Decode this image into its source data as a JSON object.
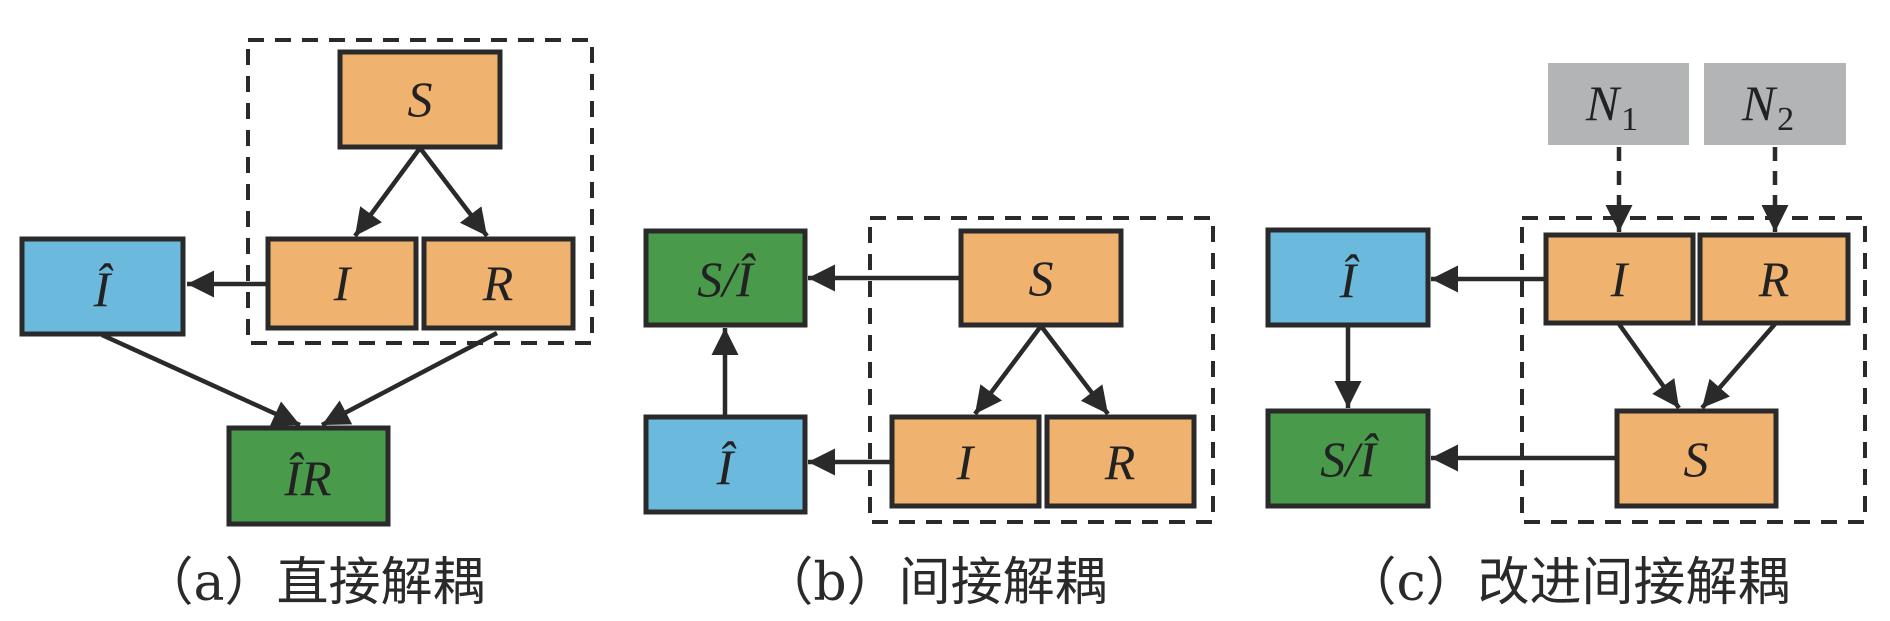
{
  "colors": {
    "signal": "#f0b36f",
    "estimate": "#6bbade",
    "output": "#4a9a4b",
    "noise": "#b3b4b6",
    "stroke": "#2a2a2a"
  },
  "panels": [
    {
      "id": "a",
      "caption": "（a）直接解耦",
      "nodes": {
        "S": "S",
        "I": "I",
        "R": "R",
        "I_hat": "Î",
        "IR_hat": "ÎR"
      },
      "edges": [
        {
          "from": "S",
          "to": "I"
        },
        {
          "from": "S",
          "to": "R"
        },
        {
          "from": "I",
          "to": "I_hat"
        },
        {
          "from": "I_hat",
          "to": "IR_hat"
        },
        {
          "from": "R",
          "to": "IR_hat"
        }
      ]
    },
    {
      "id": "b",
      "caption": "（b）间接解耦",
      "nodes": {
        "S": "S",
        "I": "I",
        "R": "R",
        "I_hat": "Î",
        "S_over_I_hat": "S/Î"
      },
      "edges": [
        {
          "from": "S",
          "to": "S_over_I_hat"
        },
        {
          "from": "S",
          "to": "I"
        },
        {
          "from": "S",
          "to": "R"
        },
        {
          "from": "I",
          "to": "I_hat"
        },
        {
          "from": "I_hat",
          "to": "S_over_I_hat"
        }
      ]
    },
    {
      "id": "c",
      "caption": "（c）改进间接解耦",
      "nodes": {
        "N1": "N",
        "N1_sub": "1",
        "N2": "N",
        "N2_sub": "2",
        "I": "I",
        "R": "R",
        "S": "S",
        "I_hat": "Î",
        "S_over_I_hat": "S/Î"
      },
      "edges": [
        {
          "from": "N1",
          "to": "I",
          "style": "dashed"
        },
        {
          "from": "N2",
          "to": "R",
          "style": "dashed"
        },
        {
          "from": "I",
          "to": "S"
        },
        {
          "from": "R",
          "to": "S"
        },
        {
          "from": "I",
          "to": "I_hat"
        },
        {
          "from": "I_hat",
          "to": "S_over_I_hat"
        },
        {
          "from": "S",
          "to": "S_over_I_hat"
        }
      ]
    }
  ]
}
